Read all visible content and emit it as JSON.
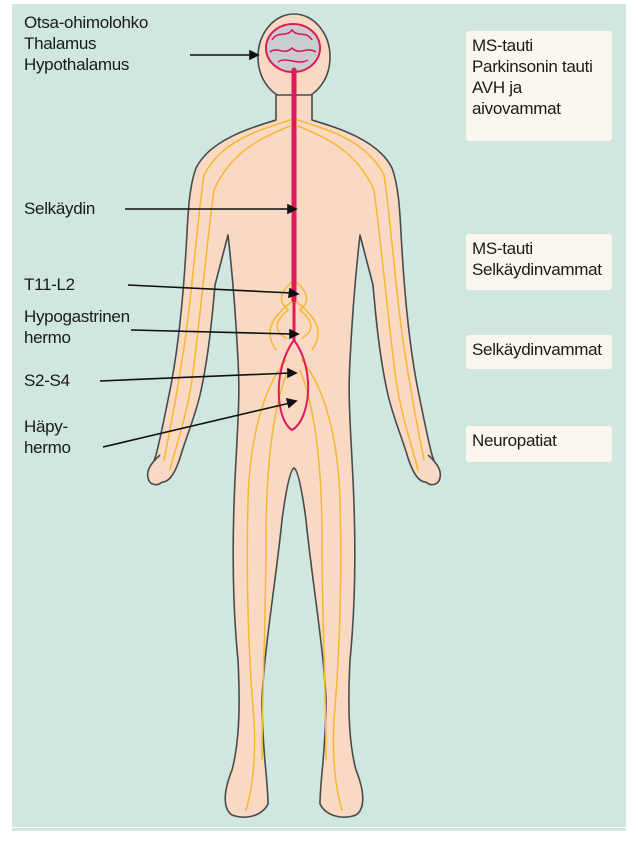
{
  "labels": {
    "brain_areas": "Otsa-ohimolohko\nThalamus\nHypothalamus",
    "spinal_cord": "Selkäydin",
    "t11_l2": "T11-L2",
    "hypogastric": "Hypogastrinen\nhermo",
    "s2_s4": "S2-S4",
    "pudendal": "Häpy-\nhermo"
  },
  "conditions": {
    "brain": "MS-tauti\nParkinsonin tauti\nAVH ja\naivovammat",
    "spinal": "MS-tauti\nSelkäydinvammat",
    "sacral": "Selkäydinvammat",
    "peripheral": "Neuropatiat"
  },
  "colors": {
    "background": "#cfe6e1",
    "skin": "#f9d9c3",
    "nerve": "#f5b82e",
    "spinal_cord": "#e0195a",
    "brain": "#c9cdd0",
    "box": "#fbf6ee"
  }
}
